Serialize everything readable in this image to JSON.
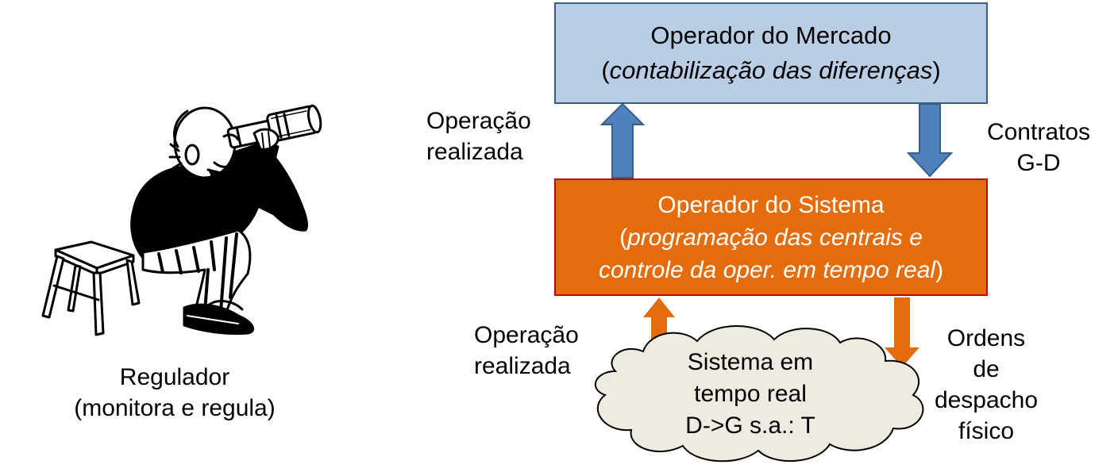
{
  "market_operator": {
    "title": "Operador do Mercado",
    "paren_open": "(",
    "subtitle": "contabilização das diferenças",
    "paren_close": ")"
  },
  "system_operator": {
    "title": "Operador do Sistema",
    "paren_open": "(",
    "subtitle_line1": "programação das centrais e",
    "subtitle_line2": "controle da oper. em tempo real",
    "paren_close": ")"
  },
  "realtime_system": {
    "line1": "Sistema em",
    "line2": "tempo real",
    "line3": "D->G s.a.: T"
  },
  "regulator": {
    "line1": "Regulador",
    "line2": "(monitora e regula)"
  },
  "labels": {
    "top_left_line1": "Operação",
    "top_left_line2": "realizada",
    "top_right_line1": "Contratos",
    "top_right_line2": "G-D",
    "bottom_left_line1": "Operação",
    "bottom_left_line2": "realizada",
    "bottom_right_line1": "Ordens de",
    "bottom_right_line2": "despacho",
    "bottom_right_line3": "físico"
  },
  "colors": {
    "market_fill": "#b9cde5",
    "system_fill": "#e46c0a",
    "blue_arrow": "#4f81bd",
    "orange_arrow": "#e46c0a",
    "cloud_fill": "#eeece1"
  },
  "icons": {
    "regulator_figure": "man-with-telescope-icon"
  }
}
